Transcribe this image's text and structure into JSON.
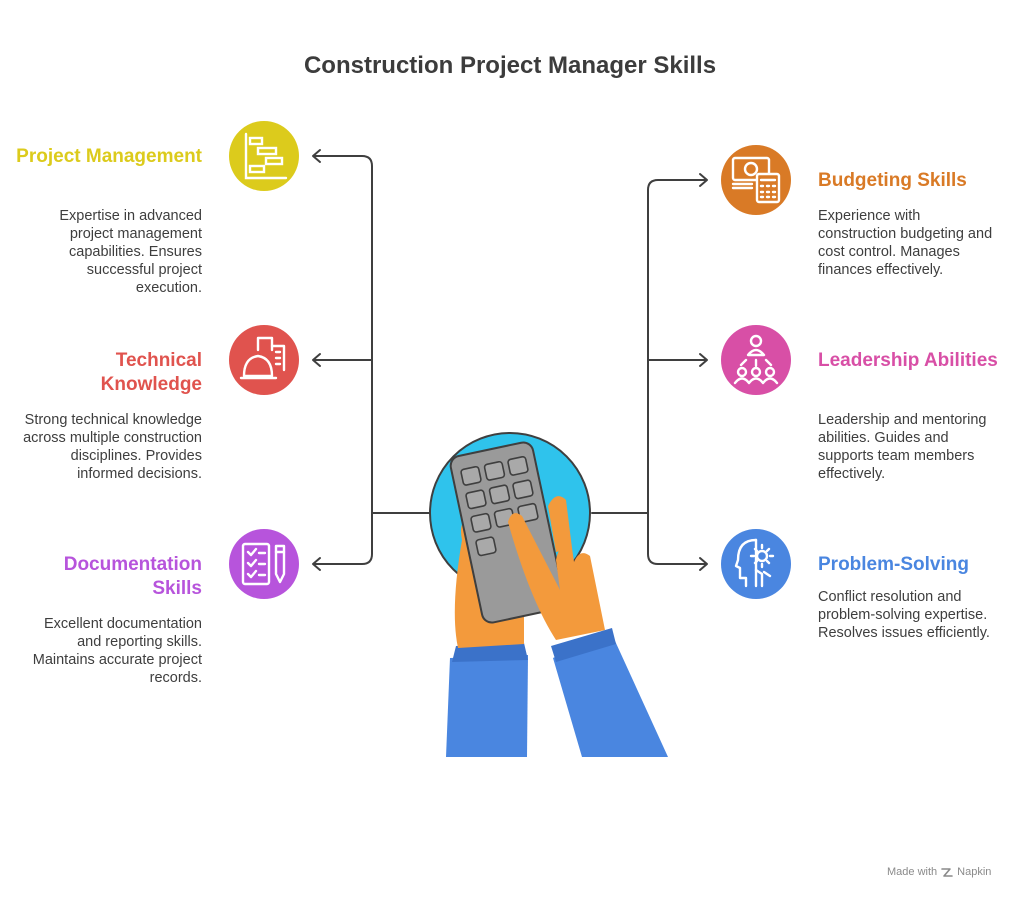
{
  "title": "Construction Project Manager Skills",
  "skills": {
    "project_management": {
      "heading": "Project Management",
      "description": "Expertise in advanced project management capabilities. Ensures successful project execution.",
      "color": "#dccb1c",
      "icon": "gantt-chart-icon"
    },
    "technical_knowledge": {
      "heading": "Technical Knowledge",
      "description": "Strong technical knowledge across multiple construction disciplines. Provides informed decisions.",
      "color": "#e0534e",
      "icon": "hardhat-building-icon"
    },
    "documentation_skills": {
      "heading": "Documentation Skills",
      "description": "Excellent documentation and reporting skills. Maintains accurate project records.",
      "color": "#b754dc",
      "icon": "checklist-pen-icon"
    },
    "budgeting_skills": {
      "heading": "Budgeting Skills",
      "description": "Experience with construction budgeting and cost control. Manages finances effectively.",
      "color": "#d97a26",
      "icon": "money-calculator-icon"
    },
    "leadership_abilities": {
      "heading": "Leadership Abilities",
      "description": "Leadership and mentoring abilities. Guides and supports team members effectively.",
      "color": "#d84fa6",
      "icon": "team-leader-icon"
    },
    "problem_solving": {
      "heading": "Problem-Solving",
      "description": "Conflict resolution and problem-solving expertise. Resolves issues efficiently.",
      "color": "#4a86e0",
      "icon": "head-gear-icon"
    }
  },
  "center_icon": "hands-calculator-icon",
  "footer": {
    "made_with": "Made with",
    "brand": "Napkin"
  }
}
